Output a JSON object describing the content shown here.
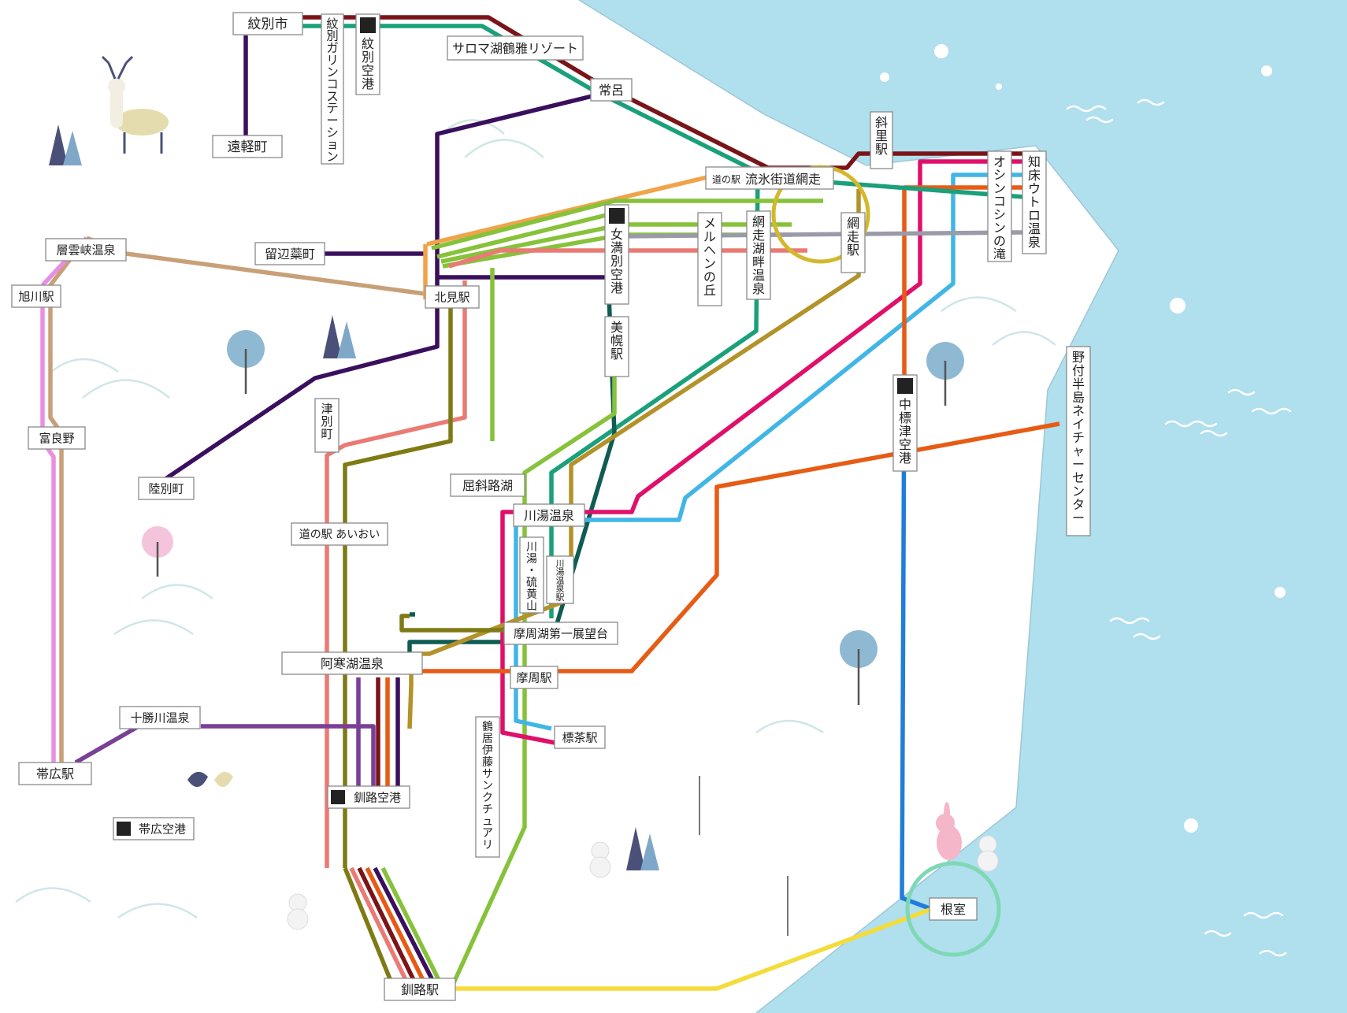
{
  "colors": {
    "sea": "#b0dfee",
    "land": "#ffffff",
    "highlight_ring_abashiri": "#d4b82c",
    "highlight_ring_nemuro": "#7ed8b4",
    "routes": [
      "#7a1418",
      "#1aa07a",
      "#3a0f5e",
      "#c8a078",
      "#f1a34a",
      "#86c23a",
      "#ea7a74",
      "#7e7a14",
      "#0f5c52",
      "#e0106a",
      "#41b6e6",
      "#e65c14",
      "#7a3f96",
      "#b3922a",
      "#1f7ed8",
      "#f4dc3a",
      "#e88ee4",
      "#9a9aa8",
      "#a98052",
      "#20a070"
    ]
  },
  "airport_icon": "airplane-icon",
  "stations": {
    "monbetsu_city": "紋別市",
    "monbetsu_gariko": "紋別ガリンコステーション",
    "monbetsu_airport": "紋別空港",
    "saroma": "サロマ湖鶴雅リゾート",
    "tokoro": "常呂",
    "engaru": "遠軽町",
    "shari": "斜里駅",
    "ryuhyo_prefix": "道の駅",
    "ryuhyo": "流氷街道網走",
    "utoro": "知床ウトロ温泉",
    "oshinkoshin": "オシンコシンの滝",
    "memanbetsu": "女満別空港",
    "meruhen": "メルヘンの丘",
    "abashiri_lake": "網走湖畔温泉",
    "abashiri": "網走駅",
    "sounkyo": "層雲峡温泉",
    "asahikawa": "旭川駅",
    "rubeshibe": "留辺蘂町",
    "kitami": "北見駅",
    "bihoro": "美幌駅",
    "furano": "富良野",
    "tsubetsu": "津別町",
    "rikubetsu": "陸別町",
    "kussharo": "屈斜路湖",
    "kawayu_onsen": "川湯温泉",
    "nakashibetsu": "中標津空港",
    "notsuke": "野付半島ネイチャーセンター",
    "aioi": "道の駅 あいおい",
    "iwozan": "川湯・硫黄山",
    "kawayu_station": "川湯温泉駅",
    "mashu_obs": "摩周湖第一展望台",
    "akanko": "阿寒湖温泉",
    "mashu": "摩周駅",
    "tokachigawa": "十勝川温泉",
    "shibecha": "標茶駅",
    "obihiro": "帯広駅",
    "tsurui": "鶴居伊藤サンクチュアリ",
    "kushiro_airport": "釧路空港",
    "obihiro_airport": "帯広空港",
    "nemuro": "根室",
    "kushiro": "釧路駅"
  }
}
